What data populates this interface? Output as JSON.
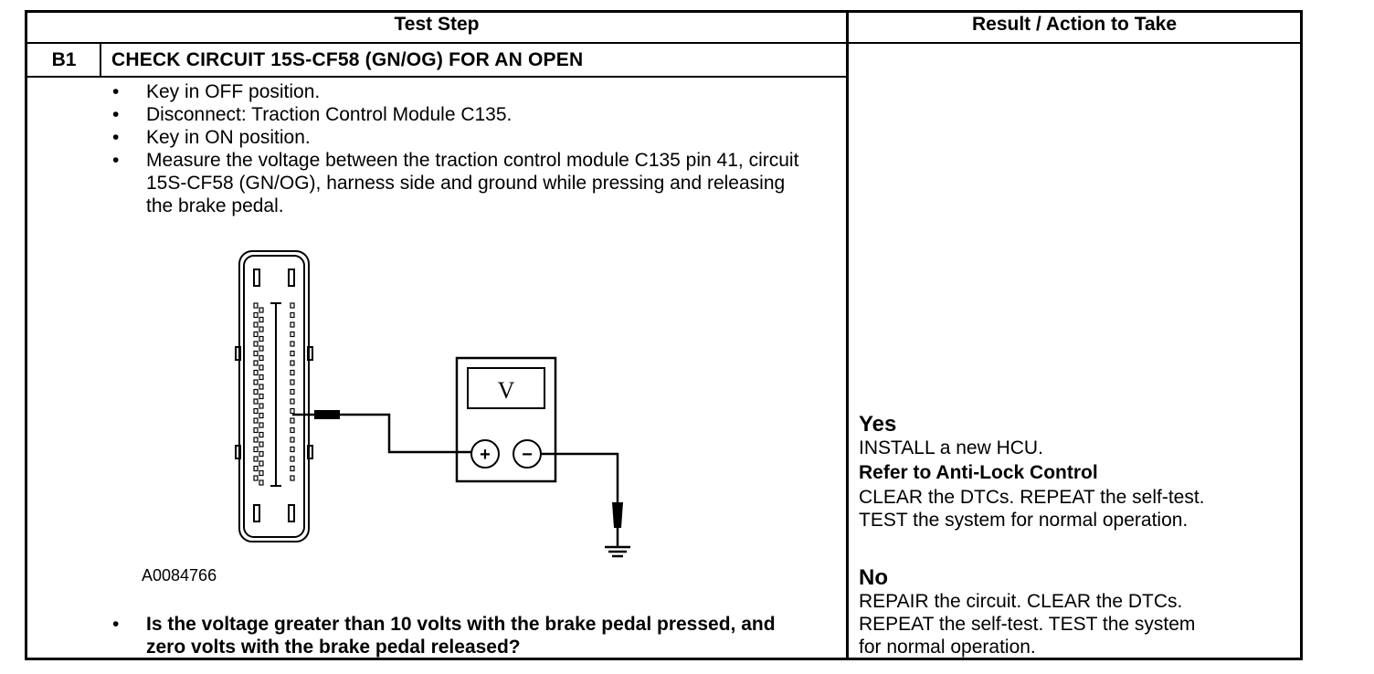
{
  "table": {
    "header_left": "Test Step",
    "header_right": "Result / Action to Take",
    "step_id": "B1",
    "step_title": "CHECK CIRCUIT 15S-CF58 (GN/OG) FOR AN OPEN",
    "instructions": [
      "Key in OFF position.",
      "Disconnect: Traction Control Module C135.",
      "Key in ON position.",
      "Measure the voltage between the traction control module C135 pin 41, circuit 15S-CF58 (GN/OG), harness side and ground while pressing and releasing the brake pedal."
    ],
    "figure_id": "A0084766",
    "question": "Is the voltage greater than 10 volts with the brake pedal pressed, and zero volts with the brake pedal released?"
  },
  "diagram": {
    "meter_symbol": "V",
    "plus_symbol": "+",
    "minus_symbol": "−"
  },
  "results": {
    "yes": {
      "label": "Yes",
      "line1": "INSTALL a new HCU.",
      "line2": "Refer to Anti-Lock Control",
      "line3": "CLEAR the DTCs. REPEAT the self-test.",
      "line4": "TEST the system for normal operation."
    },
    "no": {
      "label": "No",
      "line1": "REPAIR the circuit. CLEAR the DTCs.",
      "line2": "REPEAT the self-test. TEST the system",
      "line3": "for normal operation."
    }
  }
}
